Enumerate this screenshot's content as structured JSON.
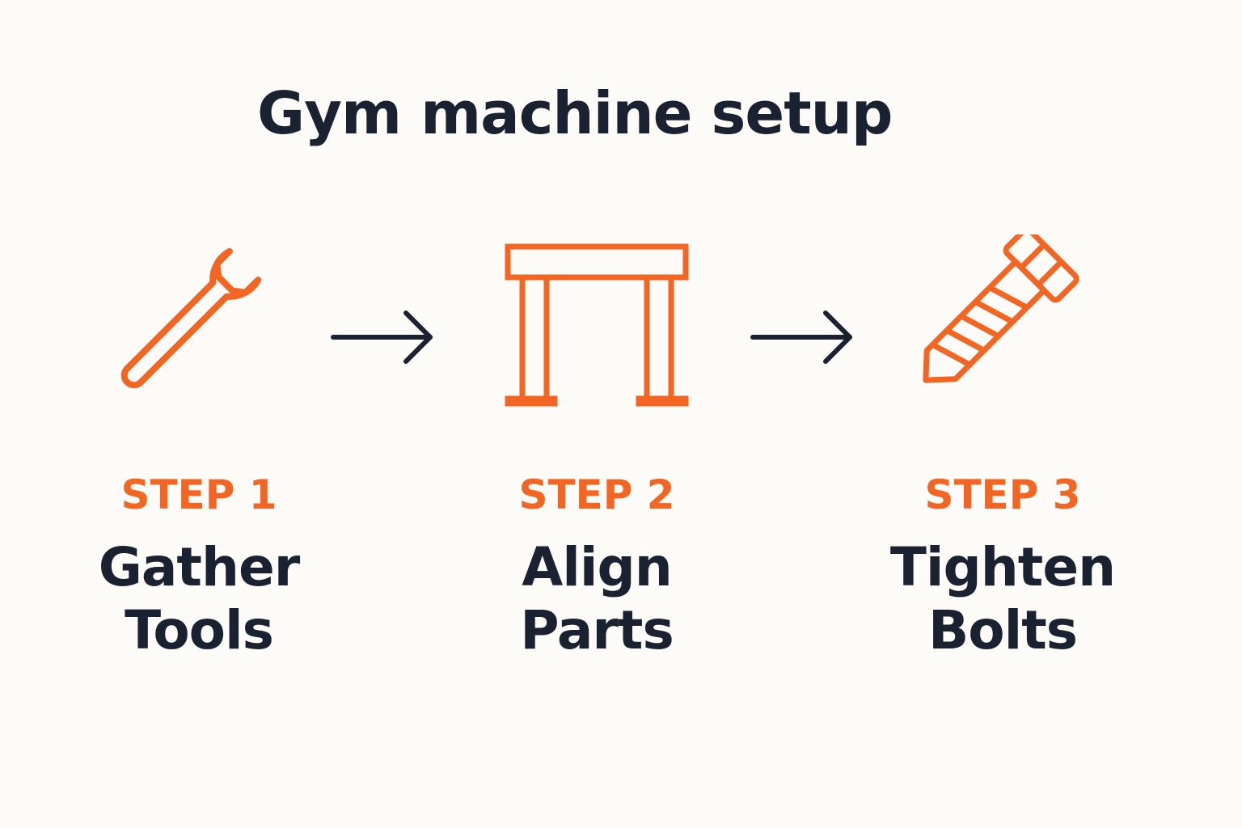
{
  "title": "Gym machine setup",
  "colors": {
    "accent": "#f26522",
    "text": "#1a2130",
    "background": "#fcfbf7"
  },
  "steps": [
    {
      "label": "STEP 1",
      "line1": "Gather",
      "line2": "Tools",
      "icon": "wrench-icon"
    },
    {
      "label": "STEP 2",
      "line1": "Align",
      "line2": "Parts",
      "icon": "frame-icon"
    },
    {
      "label": "STEP 3",
      "line1": "Tighten",
      "line2": "Bolts",
      "icon": "bolt-icon"
    }
  ],
  "connectors": [
    "arrow-right-icon",
    "arrow-right-icon"
  ]
}
